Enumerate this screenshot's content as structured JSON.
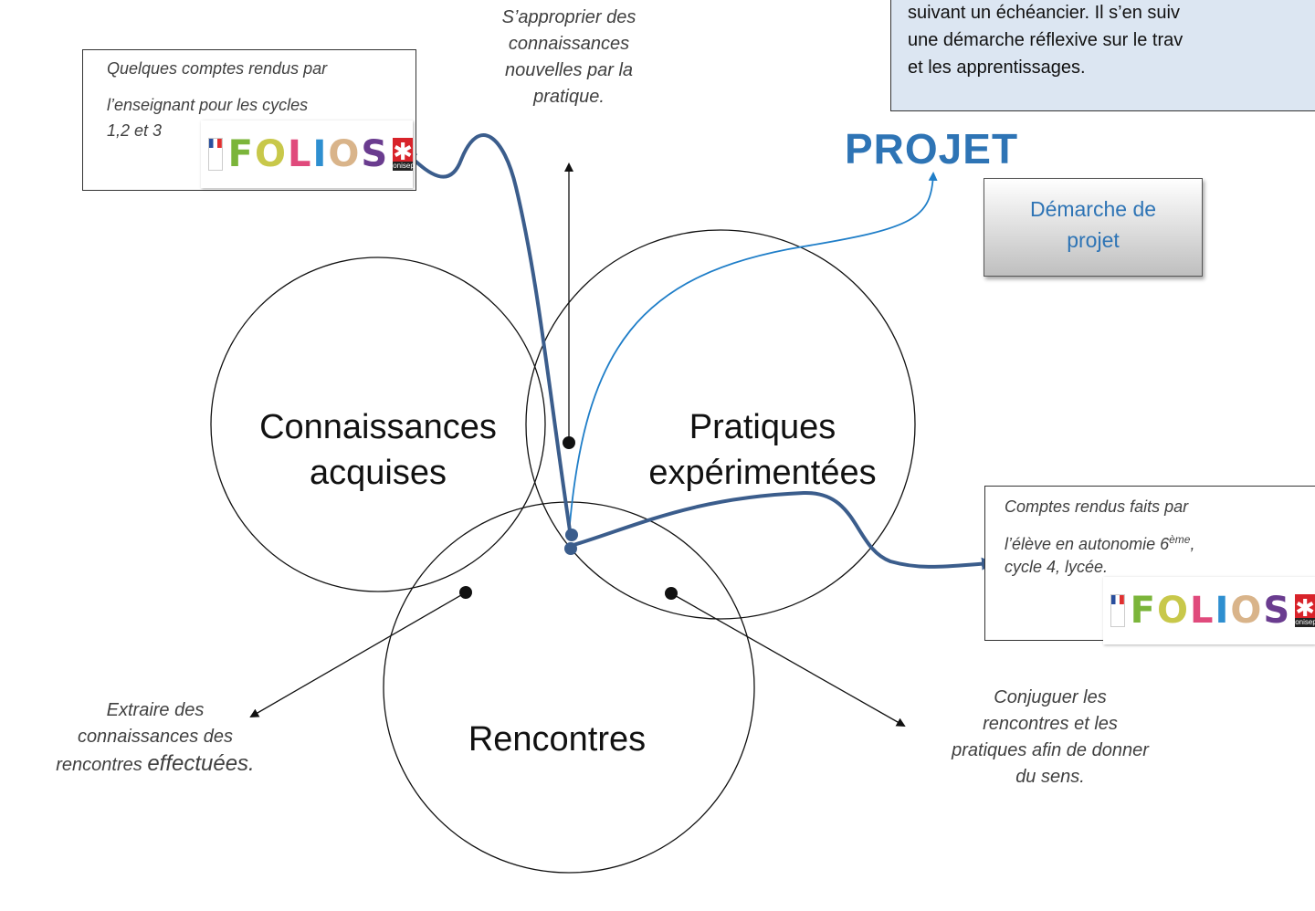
{
  "objectif_box": {
    "line1": "suivant un échéancier. Il s’en suiv",
    "line2": "une démarche réflexive sur le trav",
    "line3": "et les apprentissages."
  },
  "report_enseignant": {
    "line1": "Quelques comptes rendus par",
    "line2": "l’enseignant pour les cycles",
    "line3": "1,2 et 3"
  },
  "report_eleve": {
    "line1": "Comptes rendus faits par",
    "line2a": "l’élève en autonomie 6",
    "line2sup": "ème",
    "line2b": ",",
    "line3": "cycle 4, lycée."
  },
  "logo": {
    "word": "FOLIOS",
    "letters": [
      "F",
      "O",
      "L",
      "I",
      "O",
      "S"
    ],
    "letter_colors": [
      "#7bb53a",
      "#c8c84a",
      "#e04a7c",
      "#2e8fd0",
      "#d9b48a",
      "#6a3c8f"
    ],
    "brand": "onisep"
  },
  "projet": {
    "title": "PROJET",
    "button_line1": "Démarche de",
    "button_line2": "projet"
  },
  "circles": {
    "left": {
      "line1": "Connaissances",
      "line2": "acquises"
    },
    "right": {
      "line1": "Pratiques",
      "line2": "expérimentées"
    },
    "bottom": {
      "line1": "Rencontres"
    }
  },
  "notes": {
    "top": {
      "line1": "S’approprier des",
      "line2": "connaissances",
      "line3": "nouvelles par la",
      "line4": "pratique."
    },
    "left": {
      "line1": "Extraire des",
      "line2": "connaissances des",
      "line3a": "rencontres ",
      "line3b": "effectuées."
    },
    "right": {
      "line1": "Conjuguer les",
      "line2": "rencontres et les",
      "line3": "pratiques afin de donner",
      "line4": "du sens."
    }
  },
  "colors": {
    "dark_arrow": "#3b5d8c",
    "light_arrow": "#1f7ec8",
    "intersection": "#00b0f0",
    "title_blue": "#2e74b5",
    "box_fill": "#dce6f2"
  }
}
